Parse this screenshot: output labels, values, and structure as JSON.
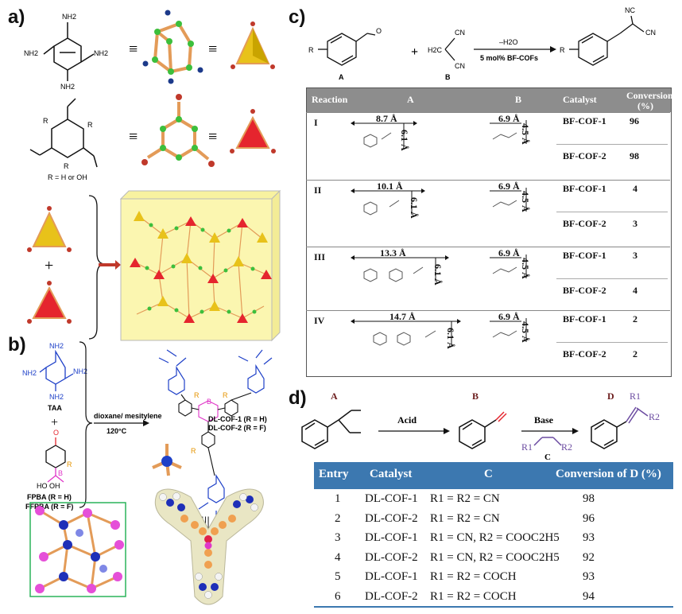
{
  "panels": {
    "a": "a)",
    "b": "b)",
    "c": "c)",
    "d": "d)"
  },
  "panel_a": {
    "amine_groups": [
      "NH2",
      "NH2",
      "NH2",
      "NH2"
    ],
    "r_label": "R = H or OH",
    "r_sub": "R",
    "equiv": "≡",
    "plus": "+"
  },
  "panel_b": {
    "taa": "TAA",
    "fpba": "FPBA (R = H)",
    "ffpba": "FFPBA (R = F)",
    "ho_oh": "HO   OH",
    "b_atom": "B",
    "r_atom": "R",
    "conditions_top": "dioxane/ mesitylene",
    "conditions_bottom": "120°C",
    "product_1": "DL-COF-1 (R = H)",
    "product_2": "DL-COF-2 (R = F)",
    "equiv": "|||"
  },
  "panel_c": {
    "scheme": {
      "r": "R",
      "aldehyde_o": "O",
      "plus": "+",
      "cn1": "CN",
      "cn2": "CN",
      "h2c": "H2C",
      "arrow_top": "–H2O",
      "arrow_bottom": "5 mol% BF-COFs",
      "label_a": "A",
      "label_b": "B",
      "nc": "NC",
      "cn3": "CN",
      "r2": "R"
    },
    "table": {
      "headers": {
        "reaction": "Reaction",
        "a": "A",
        "b": "B",
        "catalyst": "Catalyst",
        "conversion": "Conversion",
        "conversion_unit": "(%)"
      },
      "rows": [
        {
          "reaction": "I",
          "a_len": "8.7 Å",
          "a_h": "6.1 Å",
          "b_len": "6.9 Å",
          "b_h": "4.5 Å",
          "cat1": "BF-COF-1",
          "conv1": "96",
          "cat2": "BF-COF-2",
          "conv2": "98"
        },
        {
          "reaction": "II",
          "a_len": "10.1 Å",
          "a_h": "6.1 Å",
          "b_len": "6.9 Å",
          "b_h": "4.5 Å",
          "cat1": "BF-COF-1",
          "conv1": "4",
          "cat2": "BF-COF-2",
          "conv2": "3"
        },
        {
          "reaction": "III",
          "a_len": "13.3 Å",
          "a_h": "6.1 Å",
          "b_len": "6.9 Å",
          "b_h": "4.5 Å",
          "cat1": "BF-COF-1",
          "conv1": "3",
          "cat2": "BF-COF-2",
          "conv2": "4"
        },
        {
          "reaction": "IV",
          "a_len": "14.7 Å",
          "a_h": "6.1 Å",
          "b_len": "6.9 Å",
          "b_h": "4.5 Å",
          "cat1": "BF-COF-1",
          "conv1": "2",
          "cat2": "BF-COF-2",
          "conv2": "2"
        }
      ]
    }
  },
  "panel_d": {
    "scheme": {
      "label_a": "A",
      "label_b": "B",
      "label_c": "C",
      "label_d": "D",
      "acid": "Acid",
      "base": "Base",
      "r1": "R1",
      "r2": "R2"
    },
    "table": {
      "headers": {
        "entry": "Entry",
        "catalyst": "Catalyst",
        "c": "C",
        "conversion": "Conversion of D (%)"
      },
      "rows": [
        {
          "entry": "1",
          "catalyst": "DL-COF-1",
          "c": "R1 = R2 = CN",
          "conversion": "98"
        },
        {
          "entry": "2",
          "catalyst": "DL-COF-2",
          "c": "R1 = R2 = CN",
          "conversion": "96"
        },
        {
          "entry": "3",
          "catalyst": "DL-COF-1",
          "c": "R1 = CN, R2 = COOC2H5",
          "conversion": "93"
        },
        {
          "entry": "4",
          "catalyst": "DL-COF-2",
          "c": "R1 = CN, R2 = COOC2H5",
          "conversion": "92"
        },
        {
          "entry": "5",
          "catalyst": "DL-COF-1",
          "c": "R1 = R2 = COCH",
          "conversion": "93"
        },
        {
          "entry": "6",
          "catalyst": "DL-COF-2",
          "c": "R1 = R2 = COCH",
          "conversion": "94"
        }
      ]
    }
  },
  "colors": {
    "table_d_header": "#3c78b0",
    "table_c_header": "#8d8d8d",
    "tetra_yellow": "#e8c21a",
    "tri_red": "#e5252e",
    "node_green": "#3cbf3c",
    "bond_orange": "#e39b58",
    "box_yellow": "#fbf6b0"
  }
}
